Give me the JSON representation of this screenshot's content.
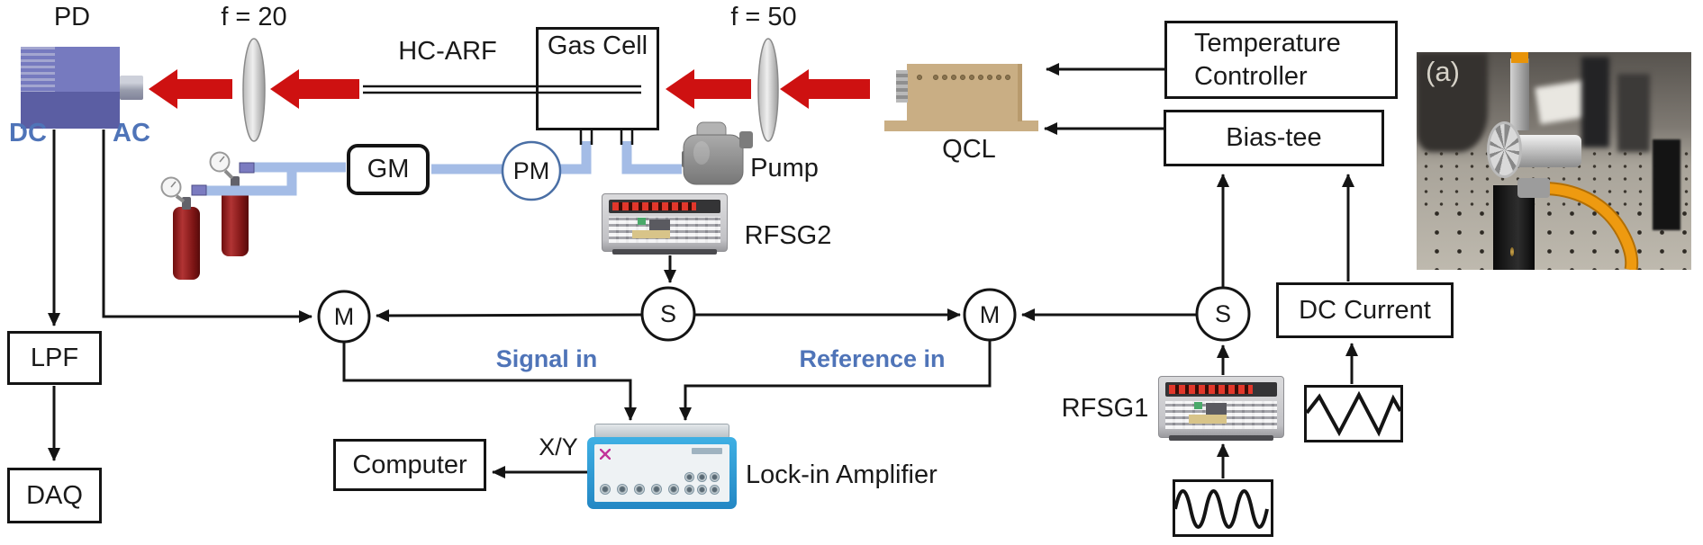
{
  "labels": {
    "pd": "PD",
    "f20": "f = 20",
    "hc_arf": "HC-ARF",
    "gas_cell": "Gas Cell",
    "f50": "f = 50",
    "qcl": "QCL",
    "temp_line1": "Temperature",
    "temp_line2": "Controller",
    "bias_tee": "Bias-tee",
    "photo_tag": "(a)",
    "dc": "DC",
    "ac": "AC",
    "gm": "GM",
    "pm": "PM",
    "pump": "Pump",
    "rfsg2": "RFSG2",
    "rfsg1": "RFSG1",
    "lpf": "LPF",
    "daq": "DAQ",
    "mixer": "M",
    "splitter": "S",
    "signal_in": "Signal in",
    "reference_in": "Reference in",
    "computer": "Computer",
    "xy": "X/Y",
    "lockin": "Lock-in Amplifier",
    "dc_current": "DC Current"
  },
  "colors": {
    "beam_red": "#ce1111",
    "label_blue": "#4f74b8",
    "tube_blue": "#a4bce6",
    "pd_purple": "#6e71b4",
    "qcl_tan": "#c9ae84",
    "cylinder_red": "#8c1c1c",
    "lockin_blue": "#2e9ad6",
    "cable_orange": "#ee9a10"
  }
}
